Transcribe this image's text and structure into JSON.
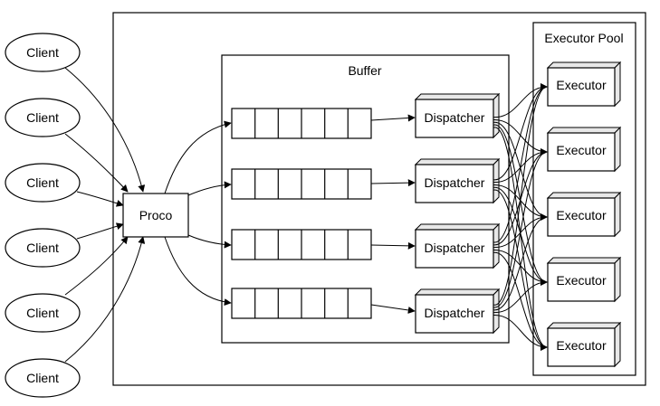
{
  "diagram": {
    "clients": [
      "Client",
      "Client",
      "Client",
      "Client",
      "Client",
      "Client"
    ],
    "proco_label": "Proco",
    "buffer_label": "Buffer",
    "queue_count": 4,
    "cells_per_queue": 6,
    "dispatchers": [
      "Dispatcher",
      "Dispatcher",
      "Dispatcher",
      "Dispatcher"
    ],
    "executor_pool_label": "Executor Pool",
    "executors": [
      "Executor",
      "Executor",
      "Executor",
      "Executor",
      "Executor"
    ]
  }
}
